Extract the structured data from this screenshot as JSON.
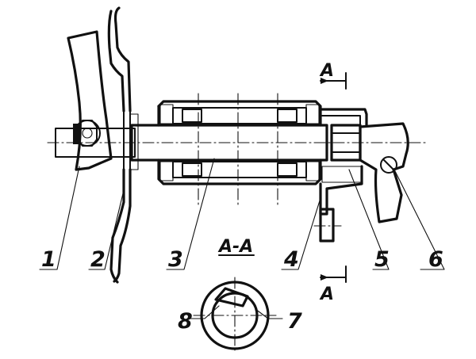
{
  "labels": {
    "part_1": "1",
    "part_2": "2",
    "part_3": "3",
    "part_4": "4",
    "part_5": "5",
    "part_6": "6",
    "part_7": "7",
    "part_8": "8",
    "section_title": "A-A",
    "section_mark_top": "A",
    "section_mark_bottom": "A"
  },
  "colors": {
    "ink": "#111111",
    "hatch": "#111111",
    "background": "#ffffff"
  }
}
